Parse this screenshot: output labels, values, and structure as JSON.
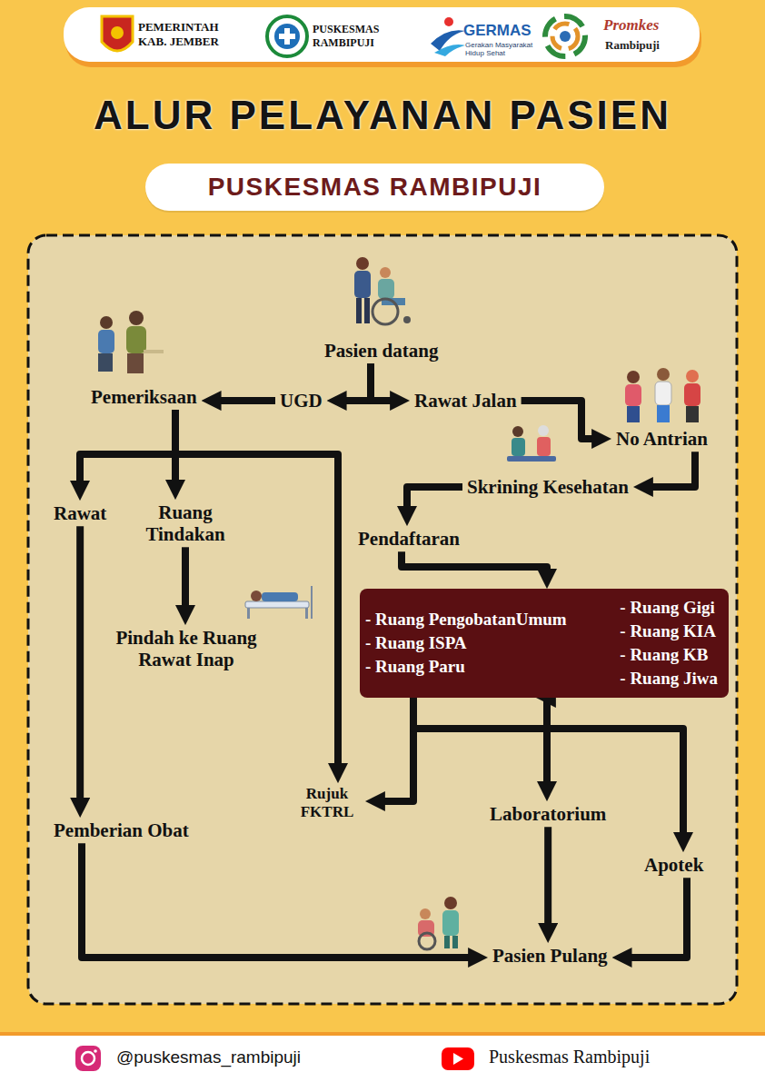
{
  "diagram": {
    "title": "ALUR PELAYANAN PASIEN",
    "nodes": [
      {
        "text": [
          "PUSKESMAS RAMBIPUJI"
        ]
      },
      {
        "text": [
          "Pasien datang"
        ]
      },
      {
        "text": [
          "UGD"
        ]
      },
      {
        "text": [
          "Rawat Jalan"
        ]
      },
      {
        "text": [
          "Pemeriksaan"
        ]
      },
      {
        "text": [
          "No Antrian"
        ]
      },
      {
        "text": [
          "Skrining Kesehatan"
        ]
      },
      {
        "text": [
          "Rawat"
        ]
      },
      {
        "text": [
          "Ruang Tindakan"
        ]
      },
      {
        "text": [
          "Pendaftaran"
        ]
      },
      {
        "text": [
          "- Ruang PengobatanUmum",
          "- Ruang ISPA",
          "- Ruang Paru",
          "- Ruang Gigi",
          "- Ruang KIA",
          "- Ruang KB",
          "- Ruang Jiwa"
        ]
      },
      {
        "text": [
          "Pindah ke Ruang Rawat Inap"
        ]
      },
      {
        "text": [
          "Rujuk FKTRL"
        ]
      },
      {
        "text": [
          "Laboratorium"
        ]
      },
      {
        "text": [
          "Pemberian Obat"
        ]
      },
      {
        "text": [
          "Apotek"
        ]
      },
      {
        "text": [
          "Pasien Pulang"
        ]
      }
    ],
    "edges": [
      {
        "from": 1,
        "to": 2,
        "arrow": "to"
      },
      {
        "from": 1,
        "to": 3,
        "arrow": "to"
      },
      {
        "from": 2,
        "to": 4,
        "arrow": "to"
      },
      {
        "from": 3,
        "to": 5,
        "arrow": "to"
      },
      {
        "from": 5,
        "to": 6,
        "arrow": "to"
      },
      {
        "from": 6,
        "to": 9,
        "arrow": "to"
      },
      {
        "from": 9,
        "to": 10,
        "arrow": "to"
      },
      {
        "from": 4,
        "to": 7,
        "arrow": "to"
      },
      {
        "from": 4,
        "to": 8,
        "arrow": "to"
      },
      {
        "from": 4,
        "to": 12,
        "arrow": "to"
      },
      {
        "from": 8,
        "to": 11,
        "arrow": "to"
      },
      {
        "from": 7,
        "to": 14,
        "arrow": "to"
      },
      {
        "from": 10,
        "to": 12,
        "arrow": "to"
      },
      {
        "from": 10,
        "to": 13,
        "arrow": "both"
      },
      {
        "from": 10,
        "to": 15,
        "arrow": "to"
      },
      {
        "from": 14,
        "to": 16,
        "arrow": "to"
      },
      {
        "from": 13,
        "to": 16,
        "arrow": "to"
      },
      {
        "from": 15,
        "to": 16,
        "arrow": "to"
      }
    ],
    "labels": [
      "PEMERINTAH KAB. JEMBER",
      "PUSKESMAS RAMBIPUJI",
      "GERMAS",
      "Gerakan Masyarakat Hidup Sehat",
      "Promkes",
      "Rambipuji",
      "@puskesmas_rambipuji",
      "Puskesmas Rambipuji"
    ]
  }
}
